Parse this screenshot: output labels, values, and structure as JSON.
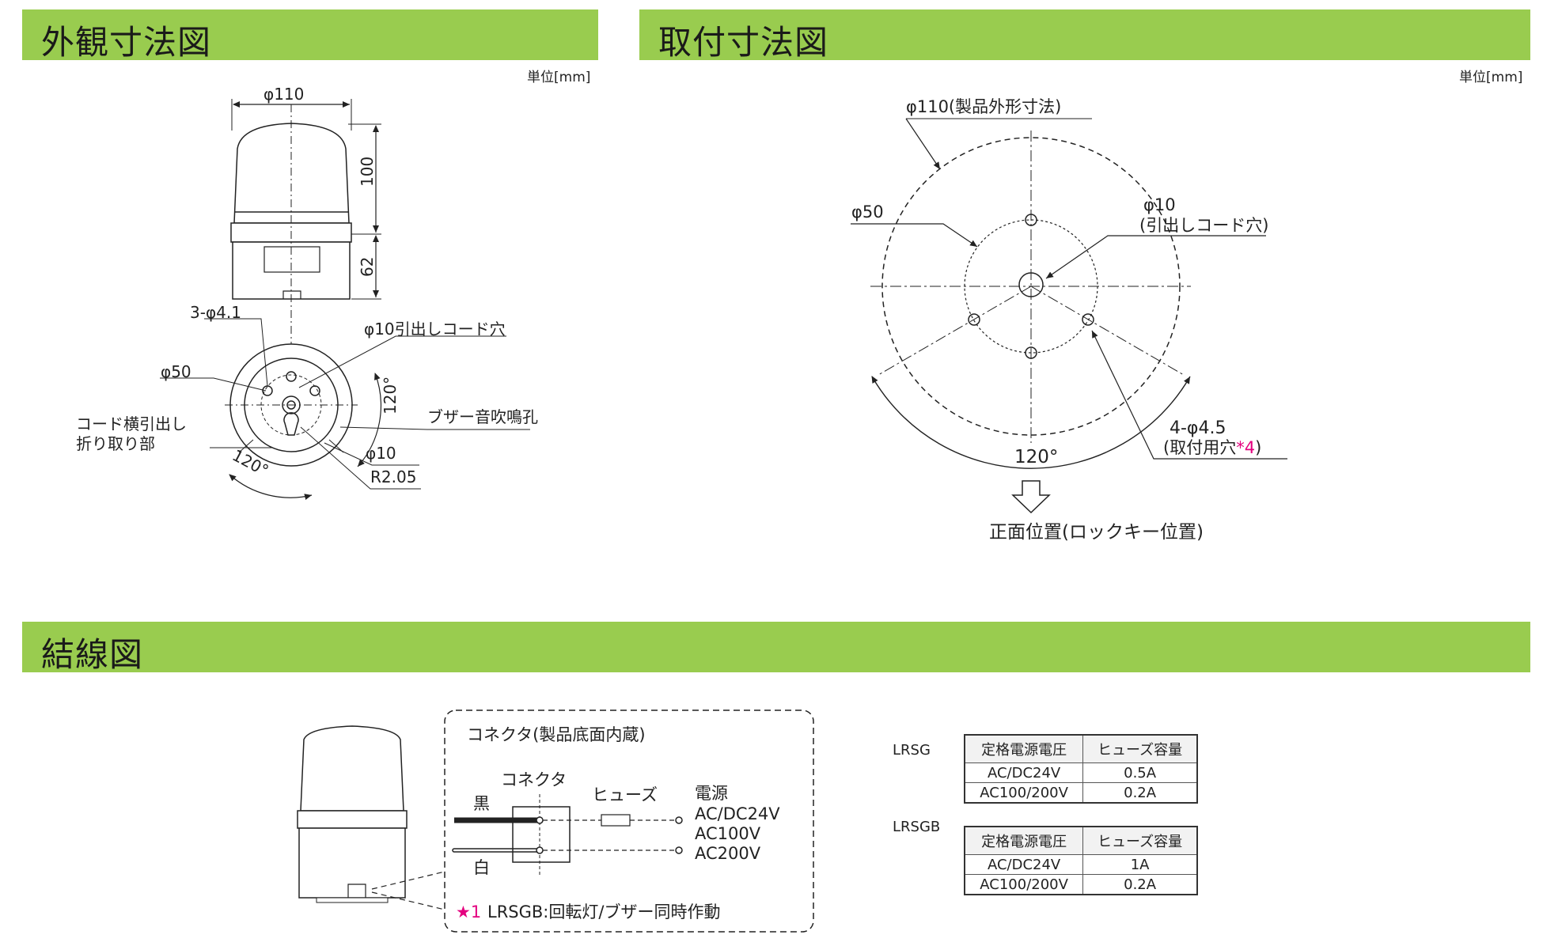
{
  "headers": {
    "external": "外観寸法図",
    "mounting": "取付寸法図",
    "wiring": "結線図"
  },
  "unit_label": "単位[mm]",
  "external": {
    "dim_width": "φ110",
    "dim_height_top": "100",
    "dim_height_bottom": "62",
    "holes": "3-φ4.1",
    "cord_hole": "φ10引出しコード穴",
    "pcd": "φ50",
    "angle_right": "120°",
    "angle_bottom": "120°",
    "side_cord_1": "コード横引出し",
    "side_cord_2": "折り取り部",
    "buzzer": "ブザー音吹鳴孔",
    "phi10": "φ10",
    "r205": "R2.05"
  },
  "mounting": {
    "outline": "φ110(製品外形寸法)",
    "pcd": "φ50",
    "cord_hole_1": "φ10",
    "cord_hole_2": "(引出しコード穴)",
    "mount_holes_1": "4-φ4.5",
    "mount_holes_2": "(取付用穴",
    "mount_holes_note": "*4",
    "mount_holes_close": ")",
    "angle": "120°",
    "front": "正面位置(ロックキー位置)"
  },
  "wiring": {
    "box_title": "コネクタ(製品底面内蔵)",
    "connector": "コネクタ",
    "fuse": "ヒューズ",
    "black": "黒",
    "white": "白",
    "power": "電源",
    "v1": "AC/DC24V",
    "v2": "AC100V",
    "v3": "AC200V",
    "star": "★1",
    "note": "LRSGB:回転灯/ブザー同時作動"
  },
  "tables": [
    {
      "model": "LRSG",
      "headers": [
        "定格電源電圧",
        "ヒューズ容量"
      ],
      "rows": [
        [
          "AC/DC24V",
          "0.5A"
        ],
        [
          "AC100/200V",
          "0.2A"
        ]
      ]
    },
    {
      "model": "LRSGB",
      "headers": [
        "定格電源電圧",
        "ヒューズ容量"
      ],
      "rows": [
        [
          "AC/DC24V",
          "1A"
        ],
        [
          "AC100/200V",
          "0.2A"
        ]
      ]
    }
  ],
  "colors": {
    "band": "#99cc4f",
    "accent": "#e4007f"
  }
}
